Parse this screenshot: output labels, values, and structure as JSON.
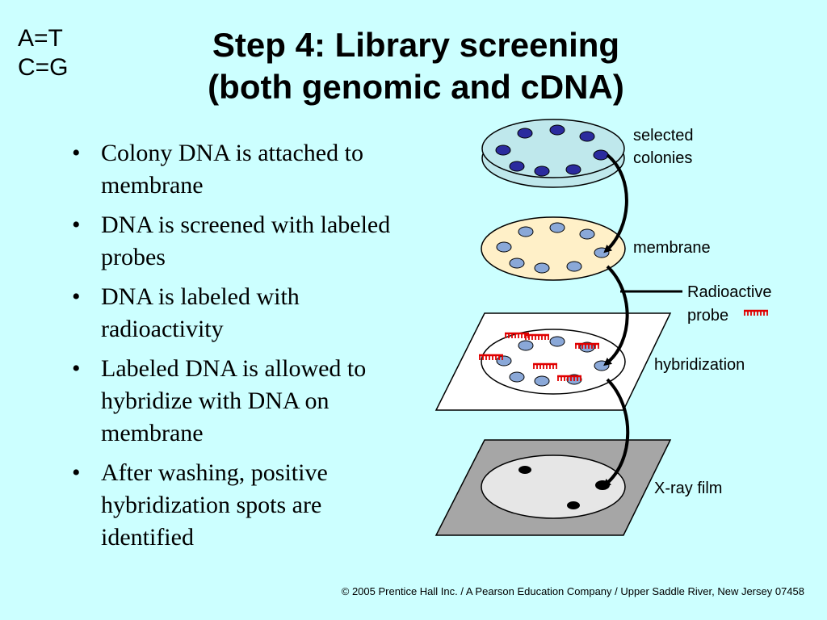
{
  "corner": {
    "line1": "A=T",
    "line2": "C=G"
  },
  "title": {
    "line1": "Step 4: Library screening",
    "line2": "(both genomic and cDNA)"
  },
  "bullets": [
    "Colony DNA is attached to membrane",
    "DNA is screened with labeled probes",
    "DNA is labeled with radioactivity",
    "Labeled DNA is allowed to hybridize with DNA on membrane",
    "After washing, positive hybridization spots are identified"
  ],
  "bullet_glyph": "•",
  "diagram": {
    "labels": {
      "selected_line1": "selected",
      "selected_line2": "colonies",
      "membrane": "membrane",
      "probe_line1": "Radioactive",
      "probe_line2": "probe",
      "hybridization": "hybridization",
      "xray": "X-ray film"
    },
    "colors": {
      "background": "#ccffff",
      "plate": "#bfe8ec",
      "colony": "#2b2b9e",
      "membrane": "#fff0c8",
      "spot": "#8aa8d8",
      "probe": "#e00000",
      "film_frame": "#a6a6a6",
      "film_disc": "#e6e6e6"
    }
  },
  "footer": "© 2005 Prentice Hall Inc. / A Pearson Education Company / Upper Saddle River, New Jersey 07458"
}
